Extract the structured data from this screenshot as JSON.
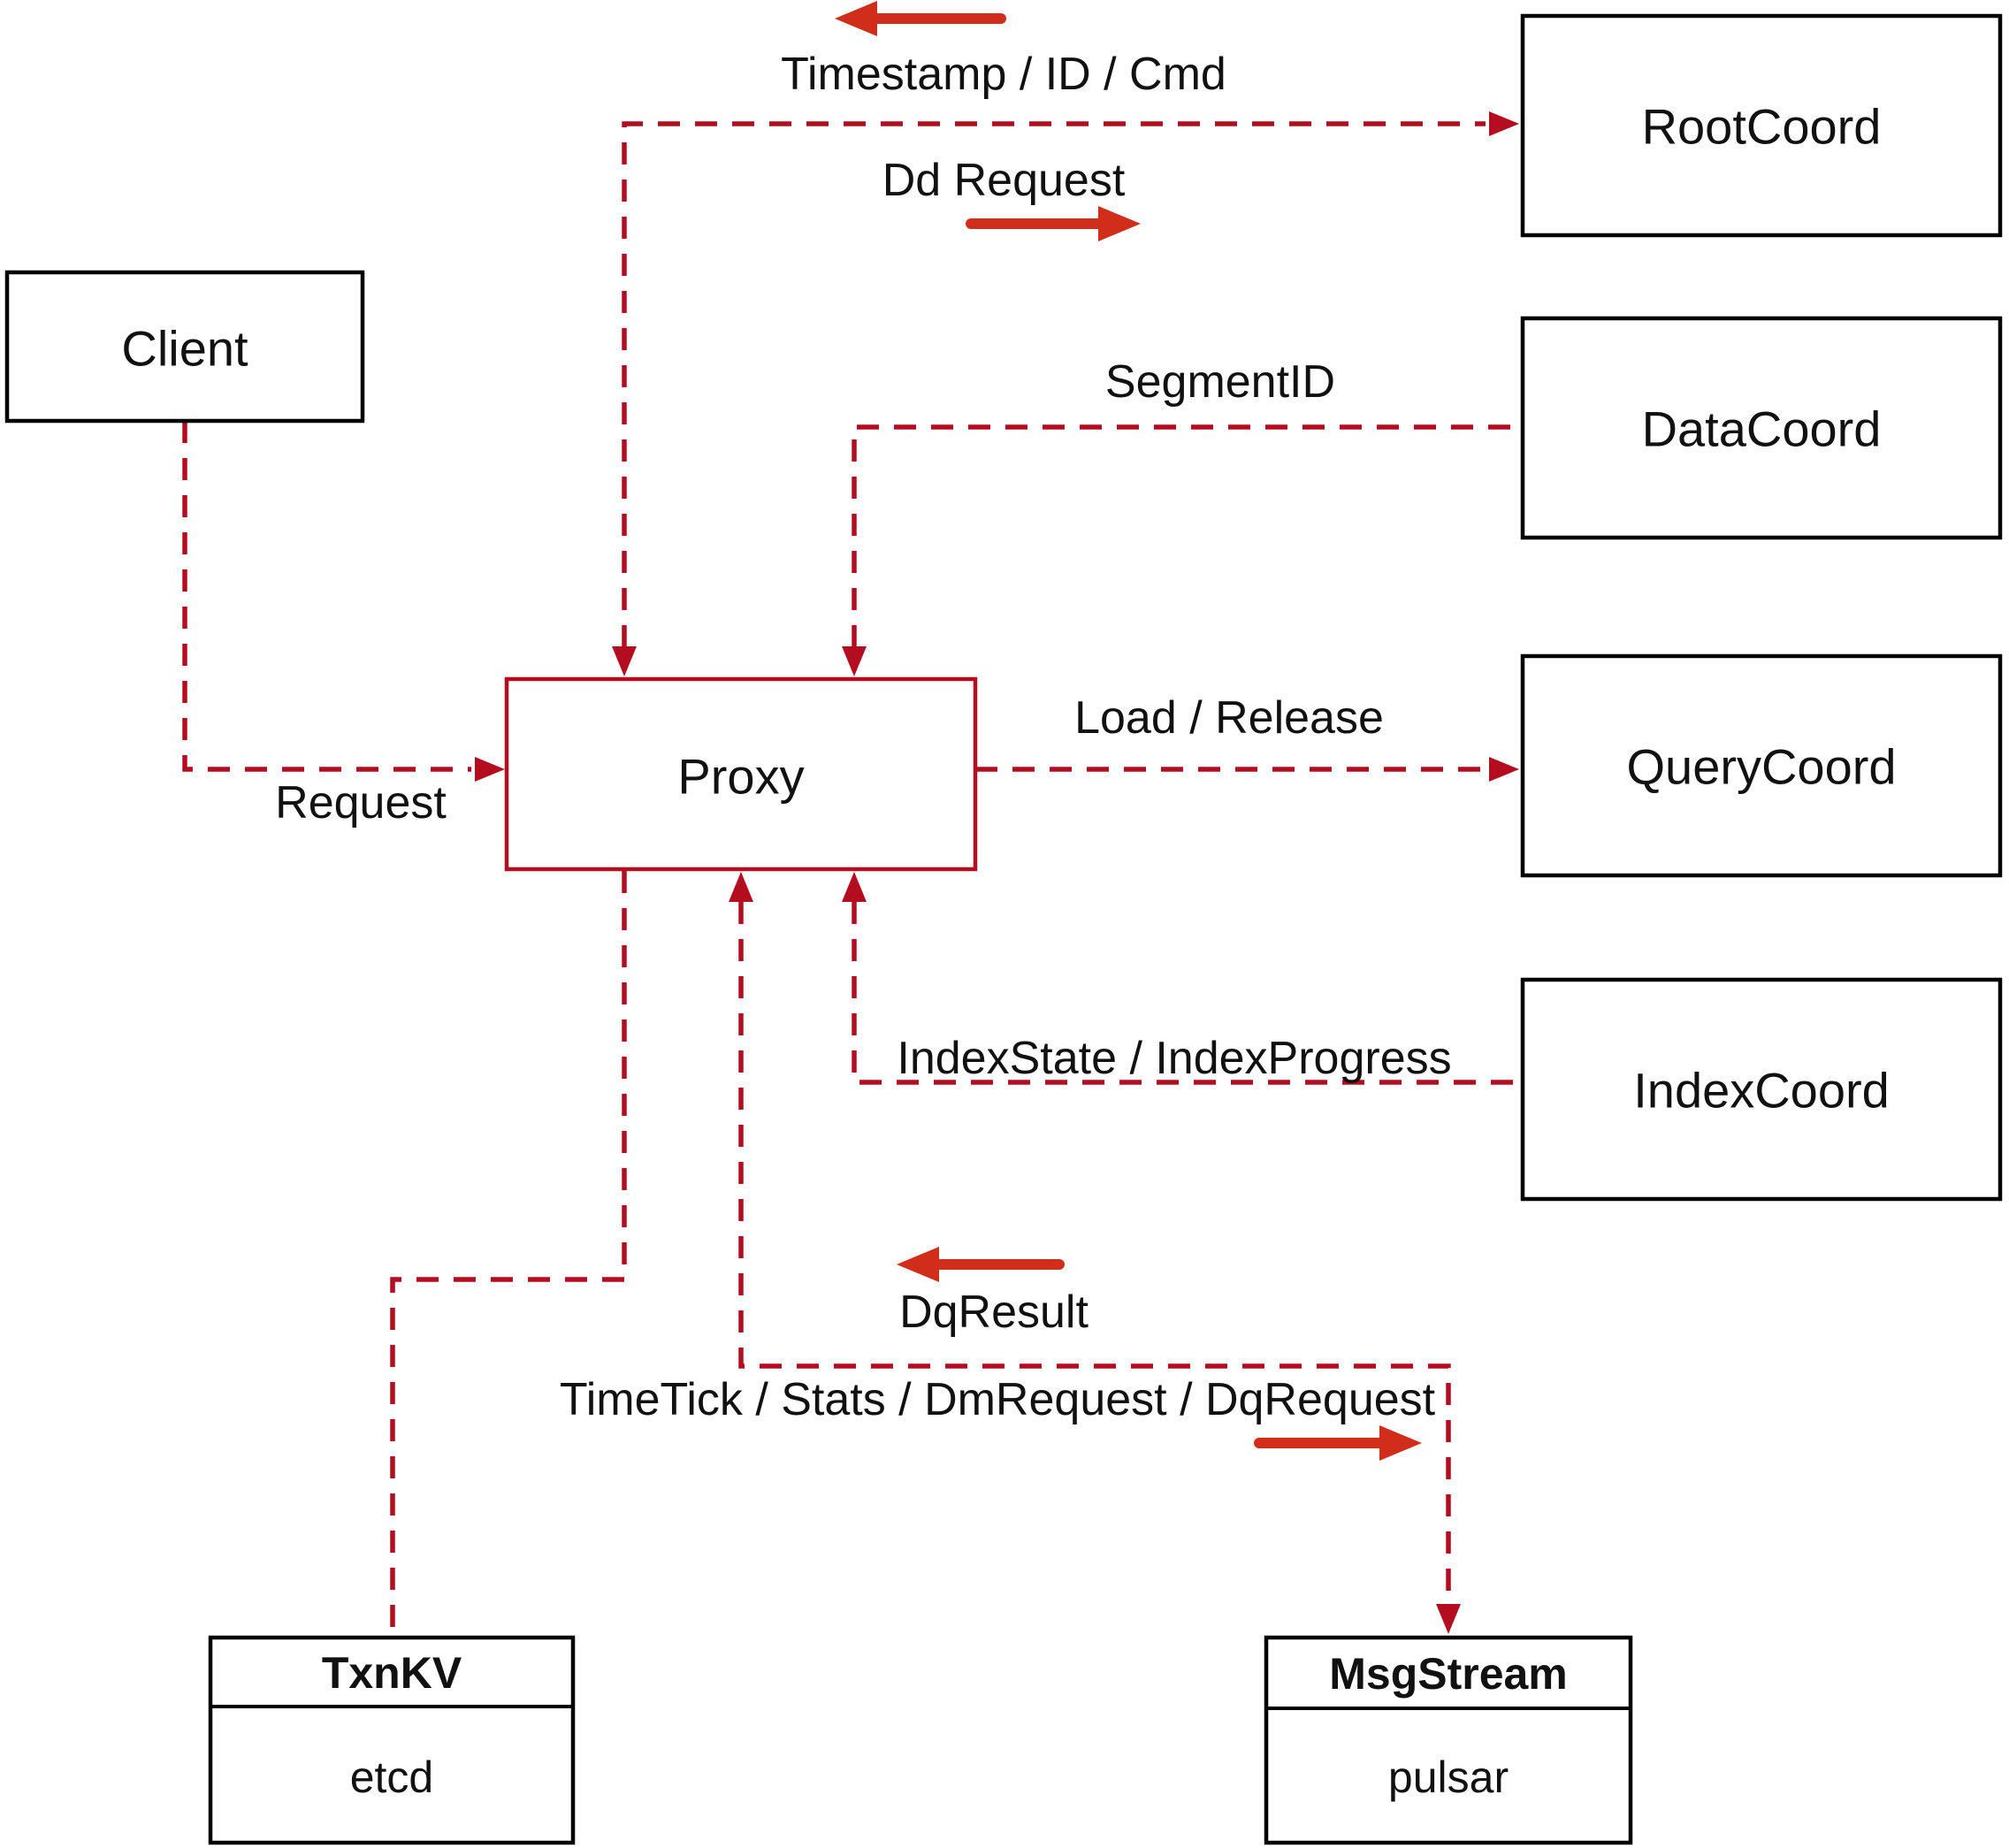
{
  "diagram": {
    "nodes": {
      "client": {
        "label": "Client"
      },
      "proxy": {
        "label": "Proxy"
      },
      "root_coord": {
        "label": "RootCoord"
      },
      "data_coord": {
        "label": "DataCoord"
      },
      "query_coord": {
        "label": "QueryCoord"
      },
      "index_coord": {
        "label": "IndexCoord"
      },
      "txn_kv": {
        "title": "TxnKV",
        "impl": "etcd"
      },
      "msg_stream": {
        "title": "MsgStream",
        "impl": "pulsar"
      }
    },
    "edge_labels": {
      "timestamp_id_cmd": "Timestamp / ID / Cmd",
      "dd_request": "Dd Request",
      "segment_id": "SegmentID",
      "request": "Request",
      "load_release": "Load / Release",
      "index_state": "IndexState / IndexProgress",
      "dq_result": "DqResult",
      "timetick": "TimeTick / Stats / DmRequest / DqRequest"
    },
    "colors": {
      "connector": "#b50d20",
      "direction_arrow": "#d02e1b",
      "node_border": "#000000",
      "text": "#111111",
      "background": "#ffffff"
    }
  }
}
